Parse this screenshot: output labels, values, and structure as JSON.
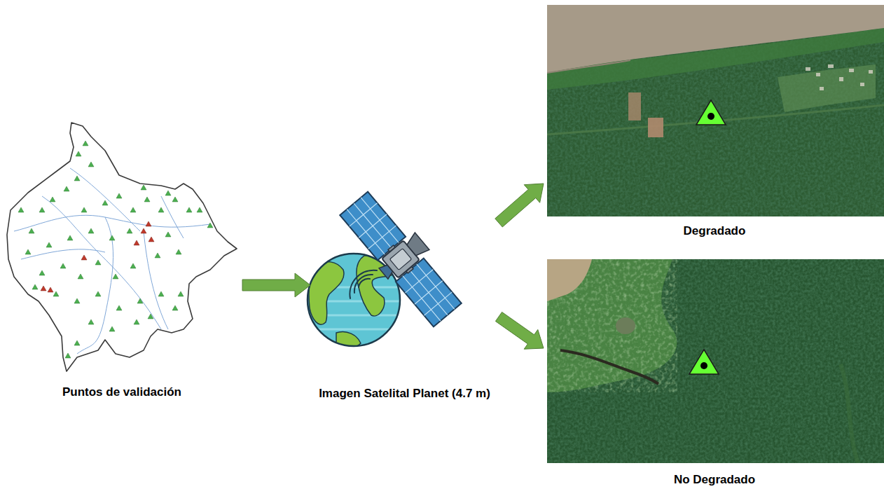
{
  "diagram": {
    "nodes": [
      {
        "text": [
          "Puntos de validación"
        ]
      },
      {
        "text": [
          "Imagen Satelital Planet (4.7 m)"
        ]
      },
      {
        "text": [
          "Degradado"
        ]
      },
      {
        "text": [
          "No Degradado"
        ]
      }
    ],
    "edges": [
      {
        "from": 0,
        "to": 1,
        "arrow": "to"
      },
      {
        "from": 1,
        "to": 2,
        "arrow": "to"
      },
      {
        "from": 1,
        "to": 3,
        "arrow": "to"
      }
    ]
  }
}
